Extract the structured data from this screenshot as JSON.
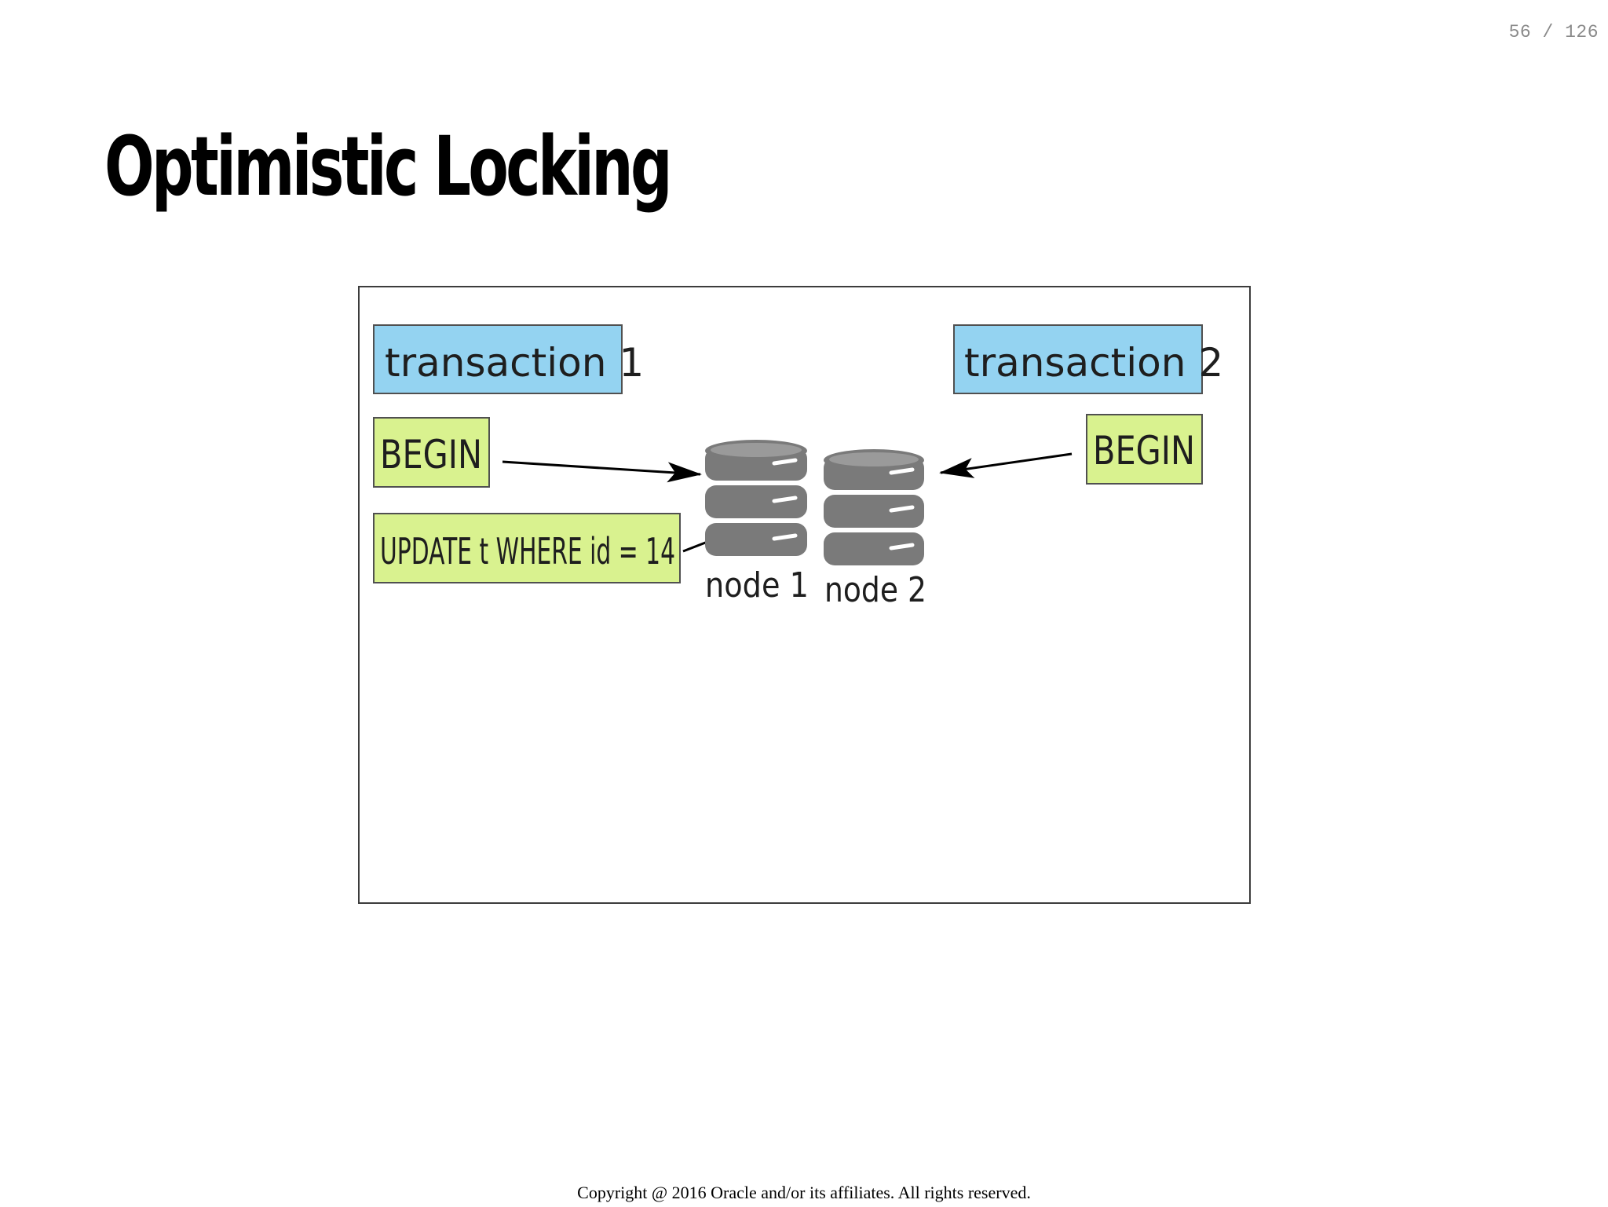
{
  "page_counter": "56 / 126",
  "title": "Optimistic Locking",
  "diagram": {
    "transaction_1": "transaction 1",
    "transaction_2": "transaction 2",
    "begin_1": "BEGIN",
    "begin_2": "BEGIN",
    "update_statement": "UPDATE t WHERE id = 14",
    "node_1": "node 1",
    "node_2": "node 2",
    "colors": {
      "transaction_fill": "#94d3f1",
      "statement_fill": "#d9f28f",
      "database_fill": "#7a7a7a",
      "border": "#505050"
    }
  },
  "footer": "Copyright @ 2016 Oracle and/or its affiliates. All rights reserved."
}
